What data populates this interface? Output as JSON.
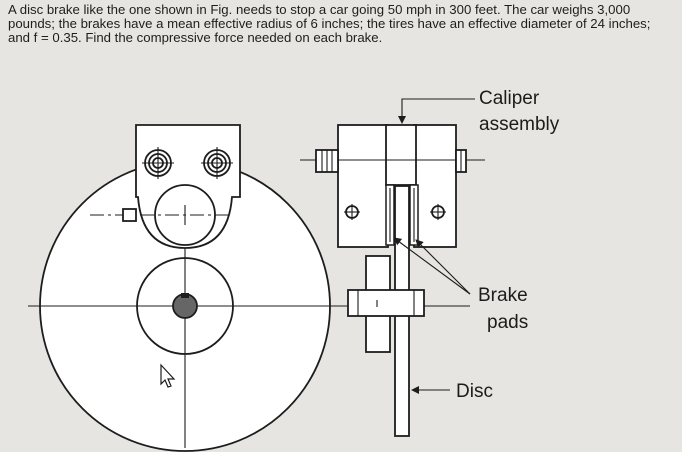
{
  "problem": {
    "text": "A disc brake like the one shown in Fig. needs to stop a car going 50 mph in 300 feet. The car weighs 3,000 pounds; the brakes have a mean effective radius of 6 inches; the tires have an effective diameter of 24 inches; and f = 0.35. Find the compressive force needed on each brake."
  },
  "labels": {
    "caliper_line1": "Caliper",
    "caliper_line2": "assembly",
    "brake_line1": "Brake",
    "brake_line2": "pads",
    "disc": "Disc"
  },
  "colors": {
    "background": "#e6e5e1",
    "ink": "#1d1d1d",
    "part_fill": "#ffffff",
    "hub_fill": "#666666"
  }
}
